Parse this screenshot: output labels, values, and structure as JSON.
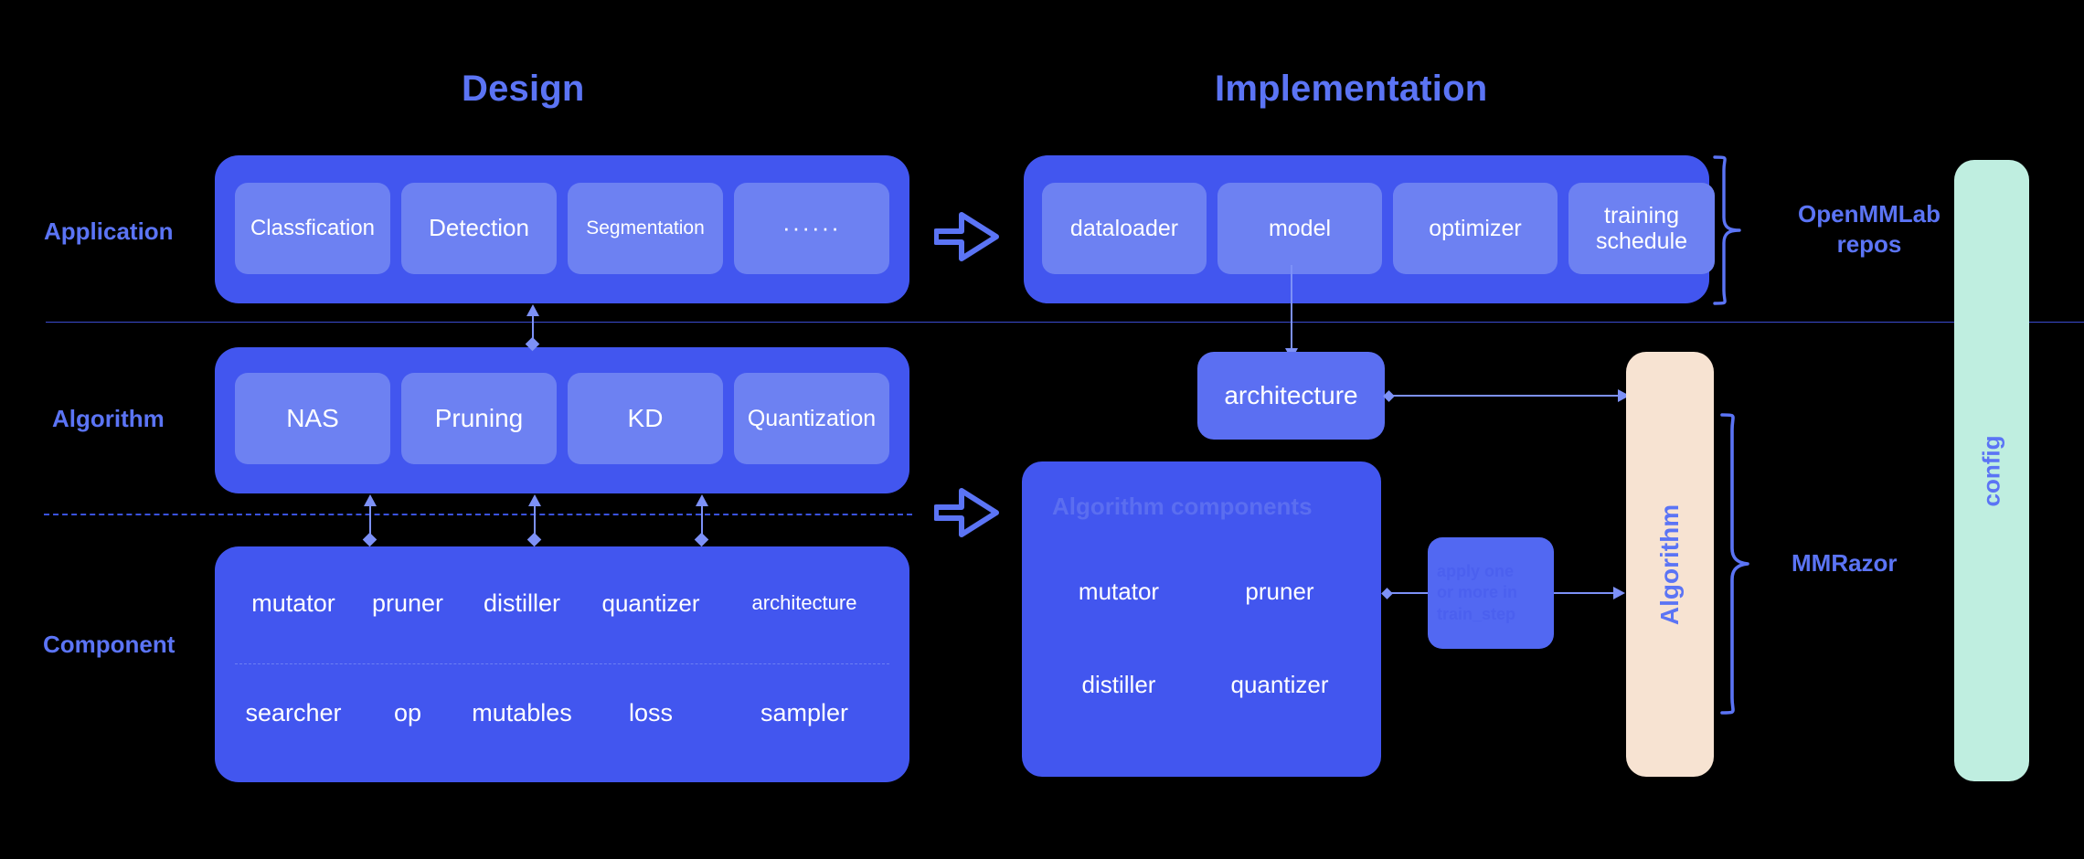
{
  "headings": {
    "design": "Design",
    "implementation": "Implementation"
  },
  "row_labels": {
    "application": "Application",
    "algorithm": "Algorithm",
    "component": "Component"
  },
  "design": {
    "application_items": [
      "Classfication",
      "Detection",
      "Segmentation",
      "······"
    ],
    "algorithm_items": [
      "NAS",
      "Pruning",
      "KD",
      "Quantization"
    ],
    "component_row1": [
      "mutator",
      "pruner",
      "distiller",
      "quantizer",
      "architecture"
    ],
    "component_row2": [
      "searcher",
      "op",
      "mutables",
      "loss",
      "sampler"
    ]
  },
  "implementation": {
    "application_items": [
      "dataloader",
      "model",
      "optimizer",
      "training schedule"
    ],
    "architecture_label": "architecture",
    "algorithm_components": {
      "title": "Algorithm components",
      "items": [
        "mutator",
        "pruner",
        "distiller",
        "quantizer"
      ]
    },
    "apply_note": [
      "apply one",
      "or more in",
      "train_step"
    ],
    "algorithm_bar_label": "Algorithm",
    "config_bar_label": "config"
  },
  "annotations": {
    "openmmlab_repos_line1": "OpenMMLab",
    "openmmlab_repos_line2": "repos",
    "mmrazor": "MMRazor"
  },
  "icons": {
    "flow_arrow_top": "block-arrow-right-icon",
    "flow_arrow_bottom": "block-arrow-right-icon",
    "brace_top": "curly-brace-icon",
    "brace_bottom": "curly-brace-icon"
  },
  "colors": {
    "background": "#000000",
    "panel": "#4256ef",
    "chip": "#6d81f2",
    "accent_text": "#5b74f5",
    "connector": "#7d91f7",
    "algorithm_bar": "#f7e3d2",
    "config_bar": "#bfeee0",
    "divider": "#3a4bd0"
  }
}
